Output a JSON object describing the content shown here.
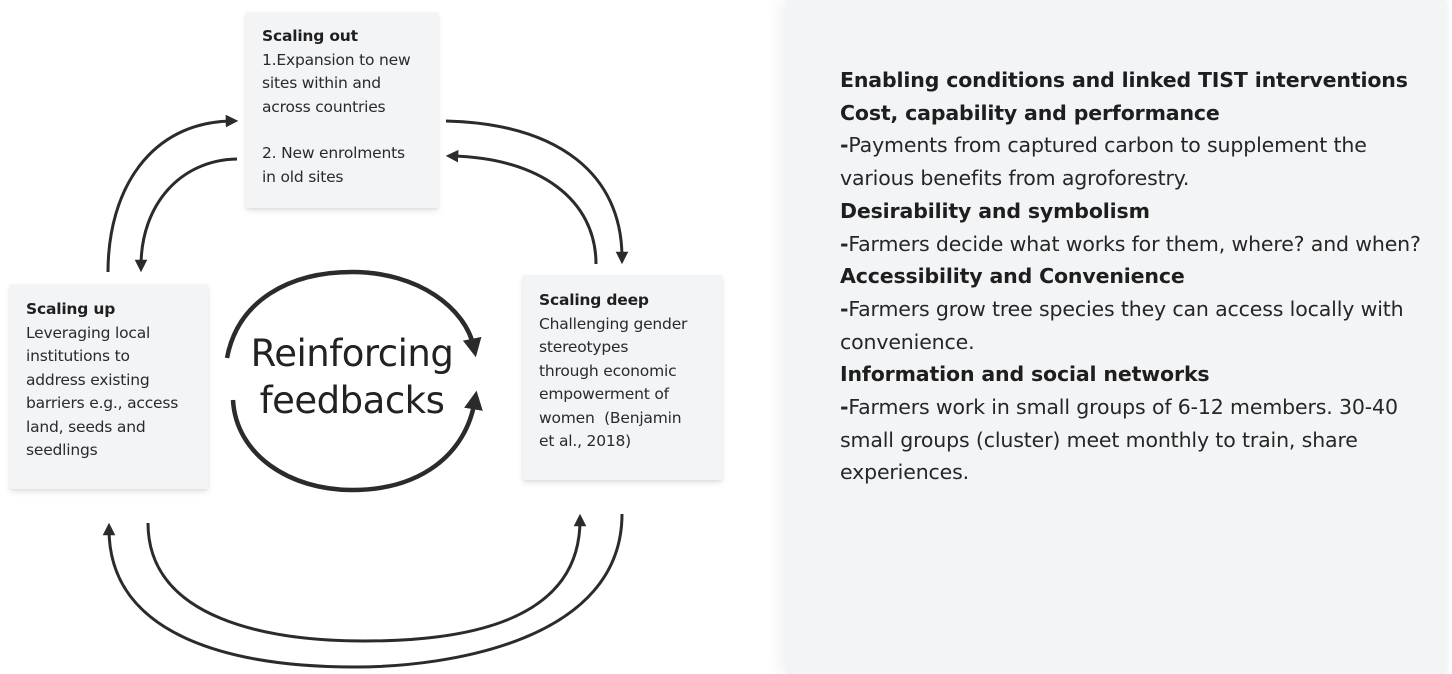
{
  "diagram": {
    "center_label": {
      "line1": "Reinforcing",
      "line2": "feedbacks"
    },
    "notes": {
      "scaling_out": {
        "title": "Scaling out",
        "lines": [
          "1.Expansion to new",
          "sites within and",
          "across countries",
          "",
          "2. New enrolments",
          "in old sites"
        ]
      },
      "scaling_up": {
        "title": "Scaling up",
        "lines": [
          "Leveraging local",
          "institutions to",
          "address existing",
          "barriers e.g., access",
          "land, seeds and",
          "seedlings"
        ]
      },
      "scaling_deep": {
        "title": "Scaling deep",
        "lines": [
          "Challenging gender",
          "stereotypes",
          "through economic",
          "empowerment of",
          "women  (Benjamin",
          "et al., 2018)"
        ]
      }
    },
    "arrows": [
      {
        "from": "scaling_up",
        "to": "scaling_out"
      },
      {
        "from": "scaling_out",
        "to": "scaling_up"
      },
      {
        "from": "scaling_out",
        "to": "scaling_deep"
      },
      {
        "from": "scaling_deep",
        "to": "scaling_out"
      },
      {
        "from": "scaling_up",
        "to": "scaling_deep"
      },
      {
        "from": "scaling_deep",
        "to": "scaling_up"
      },
      {
        "from": "feedback_loop_top",
        "to": "feedback_loop_right"
      },
      {
        "from": "feedback_loop_bottom",
        "to": "feedback_loop_right"
      }
    ],
    "stroke_color": "#2b2b2b"
  },
  "panel": {
    "heading": "Enabling conditions and linked TIST interventions",
    "sections": [
      {
        "heading": "Cost, capability and performance",
        "dash": "-",
        "text": "Payments from captured carbon to supplement the various benefits from agroforestry."
      },
      {
        "heading": "Desirability and symbolism",
        "dash": "-",
        "text": "Farmers decide what works for them, where? and when?"
      },
      {
        "heading": "Accessibility and Convenience",
        "dash": "-",
        "text": "Farmers grow tree species they can access locally with convenience."
      },
      {
        "heading": "Information and social networks",
        "dash": "-",
        "text": "Farmers work in small groups of 6-12 members. 30-40 small groups (cluster) meet monthly to train, share experiences."
      }
    ]
  }
}
